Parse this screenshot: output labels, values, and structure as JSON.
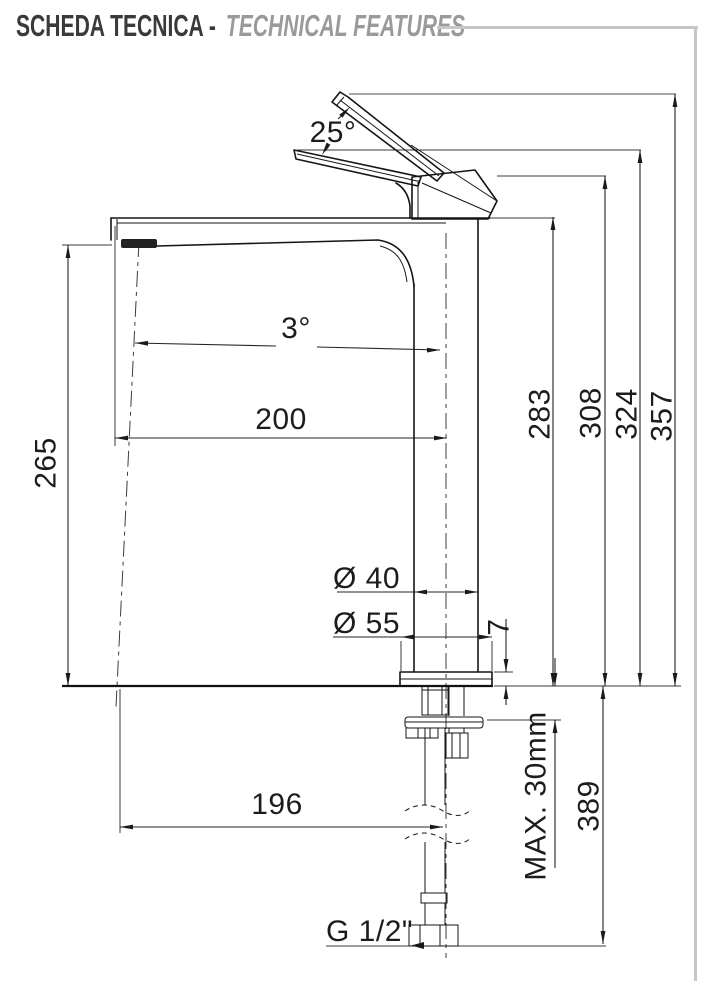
{
  "header": {
    "title_primary": "SCHEDA TECNICA - ",
    "title_secondary": "TECHNICAL FEATURES"
  },
  "dimensions": {
    "handle_open_angle": "25°",
    "spout_tilt_angle": "3°",
    "spout_reach_mm": "200",
    "outlet_height_mm": "265",
    "height_spout_top_mm": "283",
    "height_body_top_mm": "308",
    "height_handle_mm": "324",
    "height_handle_raised_mm": "357",
    "body_diameter": "Ø 40",
    "base_diameter": "Ø 55",
    "base_plate_height_mm": "7",
    "max_counter_thickness": "MAX. 30mm",
    "under_counter_length_mm": "389",
    "outlet_to_axis_mm": "196",
    "inlet_thread": "G 1/2\""
  },
  "colors": {
    "line": "#1c1c1c",
    "muted_line": "#8a8a8a",
    "frame": "#c6c6c6",
    "title_primary": "#3a3a3a",
    "title_secondary": "#9a9a9a"
  }
}
